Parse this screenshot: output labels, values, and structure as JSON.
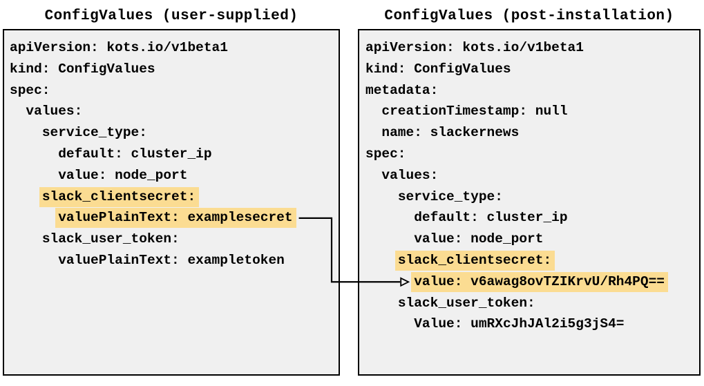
{
  "colors": {
    "highlight": "#fbdc92",
    "panel_bg": "#f0f0f0",
    "panel_border": "#000000",
    "text": "#000000"
  },
  "panels": [
    {
      "title": "ConfigValues (user-supplied)",
      "lines": [
        {
          "text": "apiVersion: kots.io/v1beta1",
          "highlight": false
        },
        {
          "text": "kind: ConfigValues",
          "highlight": false
        },
        {
          "text": "spec:",
          "highlight": false
        },
        {
          "text": "  values:",
          "highlight": false
        },
        {
          "text": "    service_type:",
          "highlight": false
        },
        {
          "text": "      default: cluster_ip",
          "highlight": false
        },
        {
          "text": "      value: node_port",
          "highlight": false
        },
        {
          "text": "    slack_clientsecret:",
          "highlight": true
        },
        {
          "text": "      valuePlainText: examplesecret",
          "highlight": true
        },
        {
          "text": "    slack_user_token:",
          "highlight": false
        },
        {
          "text": "      valuePlainText: exampletoken",
          "highlight": false
        }
      ]
    },
    {
      "title": "ConfigValues (post-installation)",
      "lines": [
        {
          "text": "apiVersion: kots.io/v1beta1",
          "highlight": false
        },
        {
          "text": "kind: ConfigValues",
          "highlight": false
        },
        {
          "text": "metadata:",
          "highlight": false
        },
        {
          "text": "  creationTimestamp: null",
          "highlight": false
        },
        {
          "text": "  name: slackernews",
          "highlight": false
        },
        {
          "text": "spec:",
          "highlight": false
        },
        {
          "text": "  values:",
          "highlight": false
        },
        {
          "text": "    service_type:",
          "highlight": false
        },
        {
          "text": "      default: cluster_ip",
          "highlight": false
        },
        {
          "text": "      value: node_port",
          "highlight": false
        },
        {
          "text": "    slack_clientsecret:",
          "highlight": true
        },
        {
          "text": "      value: v6awag8ovTZIKrvU/Rh4PQ==",
          "highlight": true
        },
        {
          "text": "    slack_user_token:",
          "highlight": false
        },
        {
          "text": "      Value: umRXcJhJAl2i5g3jS4=",
          "highlight": false
        }
      ]
    }
  ],
  "connector": {
    "type": "arrow",
    "from": "valuePlainText: examplesecret",
    "to": "value: v6awag8ovTZIKrvU/Rh4PQ=="
  }
}
